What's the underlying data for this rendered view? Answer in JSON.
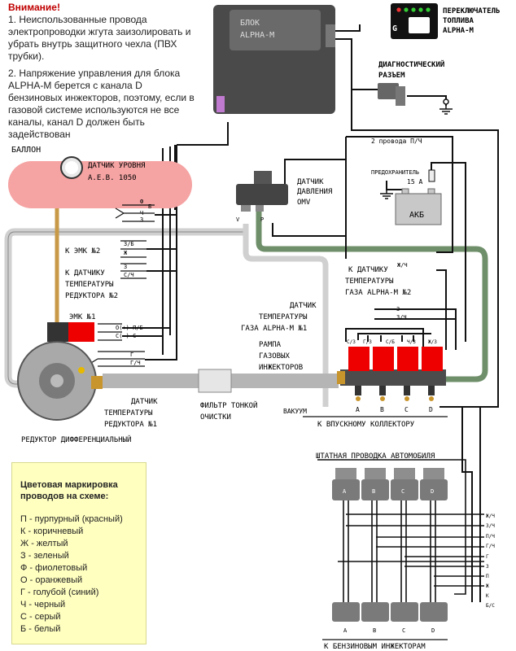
{
  "attention": {
    "title": "Внимание!",
    "note1": "1. Неиспользованные провода электропроводки жгута заизолировать и убрать внутрь защитного чехла (ПВХ трубки).",
    "note2": "2. Напряжение управления для блока ALPHA-M берется с канала D бензиновых инжекторов, поэтому, если в газовой системе используются не все каналы, канал D должен быть задействован"
  },
  "ecu": {
    "line1": "БЛОК",
    "line2": "ALPHA-M"
  },
  "switch": {
    "label1": "ПЕРЕКЛЮЧАТЕЛЬ",
    "label2": "ТОПЛИВА",
    "label3": "ALPHA-M",
    "g_letter": "G"
  },
  "diag": {
    "label1": "ДИАГНОСТИЧЕСКИЙ",
    "label2": "РАЗЪЕМ"
  },
  "battery": {
    "wires": "2 провода  П/Ч",
    "fuse": "ПРЕДОХРАНИТЕЛЬ",
    "fuse_rating": "15 А",
    "label": "АКБ"
  },
  "tank": {
    "label": "БАЛЛОН",
    "sensor1": "ДАТЧИК УРОВНЯ",
    "sensor2": "А.Е.В. 1050",
    "wires": [
      "Ф",
      "Б",
      "Ч",
      "З"
    ]
  },
  "pressure": {
    "label1": "ДАТЧИК",
    "label2": "ДАВЛЕНИЯ",
    "label3": "OMV",
    "pin_v": "V",
    "pin_p": "P"
  },
  "emk2": {
    "label": "К ЭМК №2",
    "wires": [
      "З/Б",
      "Ж"
    ]
  },
  "temp2": {
    "label1": "К ДАТЧИКУ",
    "label2": "ТЕМПЕРАТУРЫ",
    "label3": "РЕДУКТОРА №2",
    "wires": [
      "З",
      "С/Ч"
    ]
  },
  "emk1": {
    "label": "ЭМК №1",
    "wires": [
      "О(+) П/Б",
      "С(-) С"
    ]
  },
  "reducer_temp_wires": [
    "Г",
    "Г/Ч"
  ],
  "gas_temp2": {
    "label1": "К ДАТЧИКУ",
    "label2": "ТЕМПЕРАТУРЫ",
    "label3": "ГАЗА ALPHA-M №2",
    "wire": "Ж/Ч"
  },
  "gas_temp1": {
    "label1": "ДАТЧИК",
    "label2": "ТЕМПЕРАТУРЫ",
    "label3": "ГАЗА ALPHA-M №1",
    "wires": [
      "З",
      "З/Ч"
    ]
  },
  "rail": {
    "label1": "РАМПА",
    "label2": "ГАЗОВЫХ",
    "label3": "ИНЖЕКТОРОВ",
    "wires": [
      "С/З",
      "Г/З",
      "С/Б",
      "Ч/З",
      "Ж/З"
    ],
    "channels": [
      "А",
      "В",
      "С",
      "D"
    ]
  },
  "reducer": {
    "sensor1": "ДАТЧИК",
    "sensor2": "ТЕМПЕРАТУРЫ",
    "sensor3": "РЕДУКТОРА №1",
    "label": "РЕДУКТОР ДИФФЕРЕНЦИАЛЬНЫЙ"
  },
  "filter": {
    "label1": "ФИЛЬТР ТОНКОЙ",
    "label2": "ОЧИСТКИ"
  },
  "manifold": {
    "vacuum": "ВАКУУМ",
    "label": "К ВПУСКНОМУ КОЛЛЕКТОРУ"
  },
  "car": {
    "title": "ШТАТНАЯ ПРОВОДКА АВТОМОБИЛЯ",
    "channels": [
      "А",
      "В",
      "С",
      "D"
    ],
    "wire_labels": [
      "Ж/Ч",
      "З/Ч",
      "П/Ч",
      "Г/Ч",
      "Г",
      "З",
      "П",
      "Ж",
      "К",
      "Б/С"
    ],
    "to_injectors": "К БЕНЗИНОВЫМ ИНЖЕКТОРАМ"
  },
  "legend": {
    "title": "Цветовая маркировка проводов на схеме:",
    "items": [
      "П - пурпурный (красный)",
      "К - коричневый",
      "Ж - желтый",
      "З - зеленый",
      "Ф - фиолетовый",
      "О - оранжевый",
      "Г - голубой (синий)",
      "Ч - черный",
      "С - серый",
      "Б - белый"
    ]
  },
  "colors": {
    "tank": "#f5a3a3",
    "gray_pipe": "#d0d0d0",
    "green_pipe": "#6f8f6a",
    "orange_pipe": "#c89a48",
    "injector_red": "#ee0000",
    "ecu_body": "#4a4a4a",
    "ecu_accent": "#c07ad0",
    "battery": "#c8c8c8",
    "legend_bg": "#ffffc0"
  }
}
